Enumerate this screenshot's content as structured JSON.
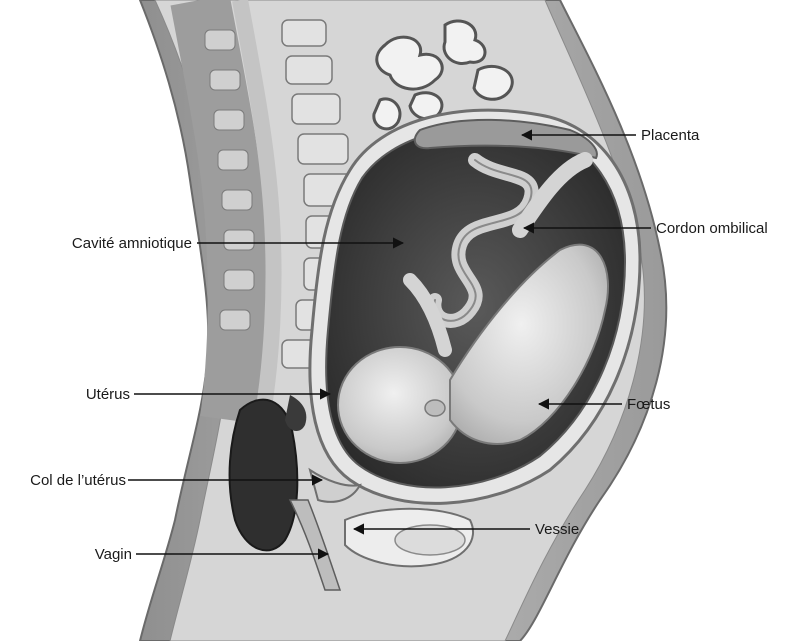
{
  "labels": {
    "placenta": "Placenta",
    "umbilical_cord": "Cordon ombilical",
    "amniotic_cavity": "Cavité amniotique",
    "fetus": "Fœtus",
    "uterus": "Utérus",
    "cervix": "Col de l’utérus",
    "bladder": "Vessie",
    "vagina": "Vagin"
  }
}
